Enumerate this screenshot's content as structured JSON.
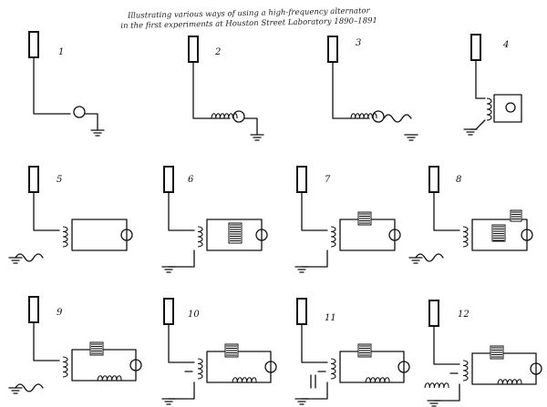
{
  "caption": {
    "line1": "Illustrating various ways of using a high-frequency alternator",
    "line2": "in the first experiments at Houston Street Laboratory 1890–1891"
  },
  "figures": [
    {
      "label": "1",
      "variant": "direct"
    },
    {
      "label": "2",
      "variant": "series-coil"
    },
    {
      "label": "3",
      "variant": "series-coil-wave"
    },
    {
      "label": "4",
      "variant": "transformer"
    },
    {
      "label": "5",
      "variant": "transformer-wave"
    },
    {
      "label": "6",
      "variant": "transformer-box"
    },
    {
      "label": "7",
      "variant": "transformer-condenser-top"
    },
    {
      "label": "8",
      "variant": "transformer-double-condenser"
    },
    {
      "label": "9",
      "variant": "transformer-condenser-coil"
    },
    {
      "label": "10",
      "variant": "transformer-gap-coil"
    },
    {
      "label": "11",
      "variant": "condenser-primary-coil"
    },
    {
      "label": "12",
      "variant": "series-condenser-coil"
    }
  ]
}
